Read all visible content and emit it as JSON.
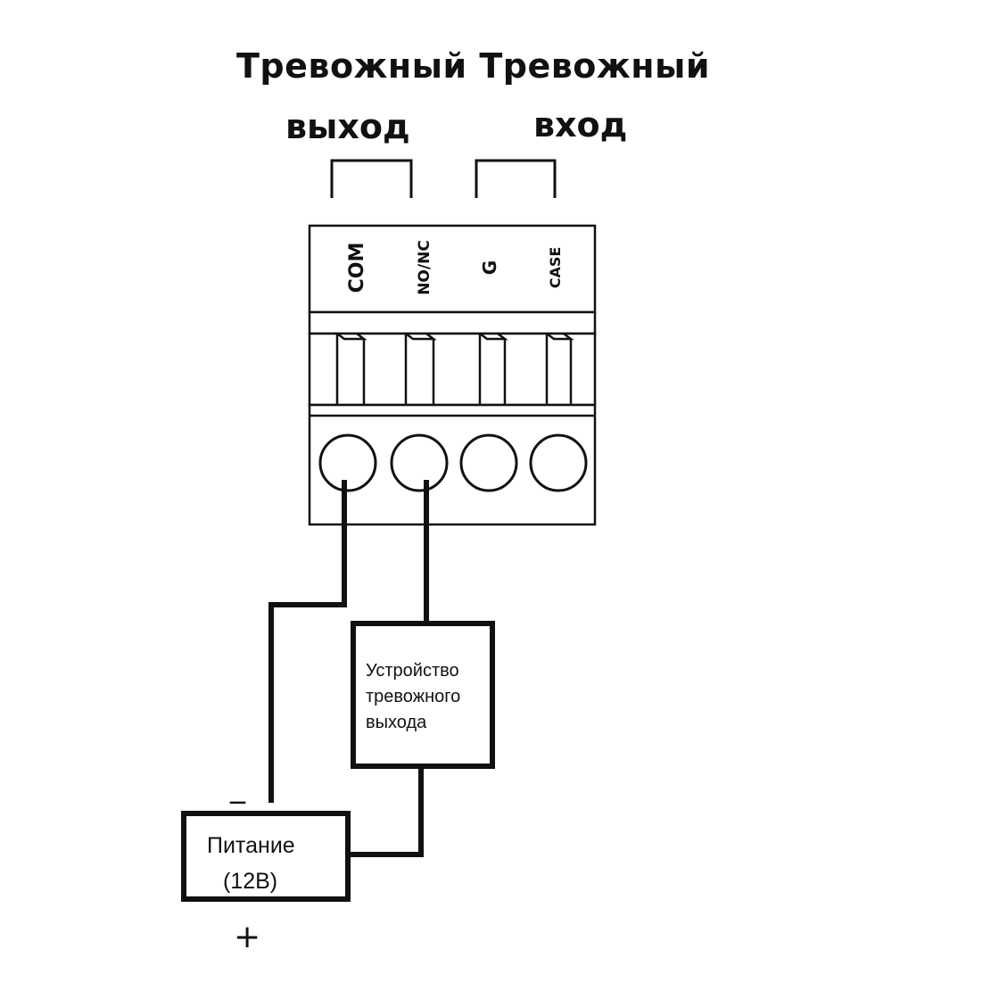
{
  "headings": {
    "top": "Тревожный Тревожный",
    "output": "выход",
    "input": "вход"
  },
  "terminals": [
    "COM",
    "NO/NC",
    "G",
    "CASE"
  ],
  "device": {
    "line1": "Устройство",
    "line2": "тревожного",
    "line3": "выхода"
  },
  "power": {
    "line1": "Питание",
    "line2": "(12В)",
    "minus": "_",
    "plus": "+"
  },
  "colors": {
    "line": "#111111",
    "background": "#ffffff"
  }
}
